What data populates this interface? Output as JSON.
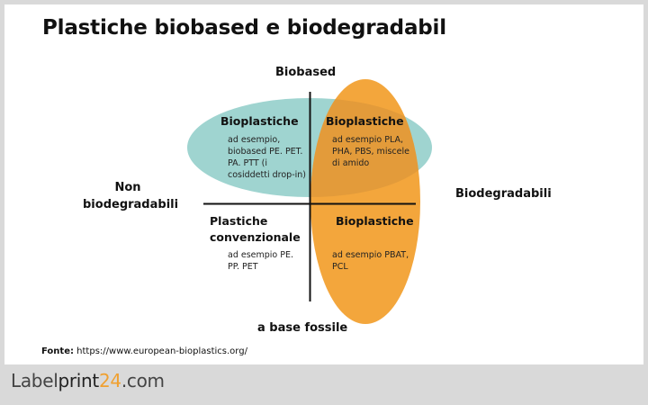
{
  "title": "Plastiche biobased e biodegradabil",
  "axes": {
    "top": "Biobased",
    "bottom": "a base fossile",
    "left": "Non\nbiodegradabili",
    "left_line1": "Non",
    "left_line2": "biodegradabili",
    "right": "Biodegradabili"
  },
  "quadrants": {
    "top_left": {
      "title": "Bioplastiche",
      "desc": [
        "ad esempio,",
        "biobased PE. PET.",
        "PA. PTT (i",
        "cosiddetti drop-in)"
      ]
    },
    "top_right": {
      "title": "Bioplastiche",
      "desc": [
        "ad esempio PLA,",
        "PHA, PBS, miscele",
        "di amido"
      ]
    },
    "bottom_left": {
      "title_line1": "Plastiche",
      "title_line2": "convenzionale",
      "desc": [
        "ad esempio PE.",
        "PP. PET"
      ]
    },
    "bottom_right": {
      "title": "Bioplastiche",
      "desc": [
        "ad esempio PBAT,",
        "PCL"
      ]
    }
  },
  "source": {
    "label": "Fonte:",
    "url": "https://www.european-bioplastics.org/"
  },
  "logo": {
    "part1": "Label",
    "part2": "print",
    "part3": "24",
    "part4": ".com"
  },
  "colors": {
    "teal": "#9fd4d0",
    "orange": "#f2a234",
    "overlap": "#e39b3a",
    "background": "#d9d9d9"
  }
}
